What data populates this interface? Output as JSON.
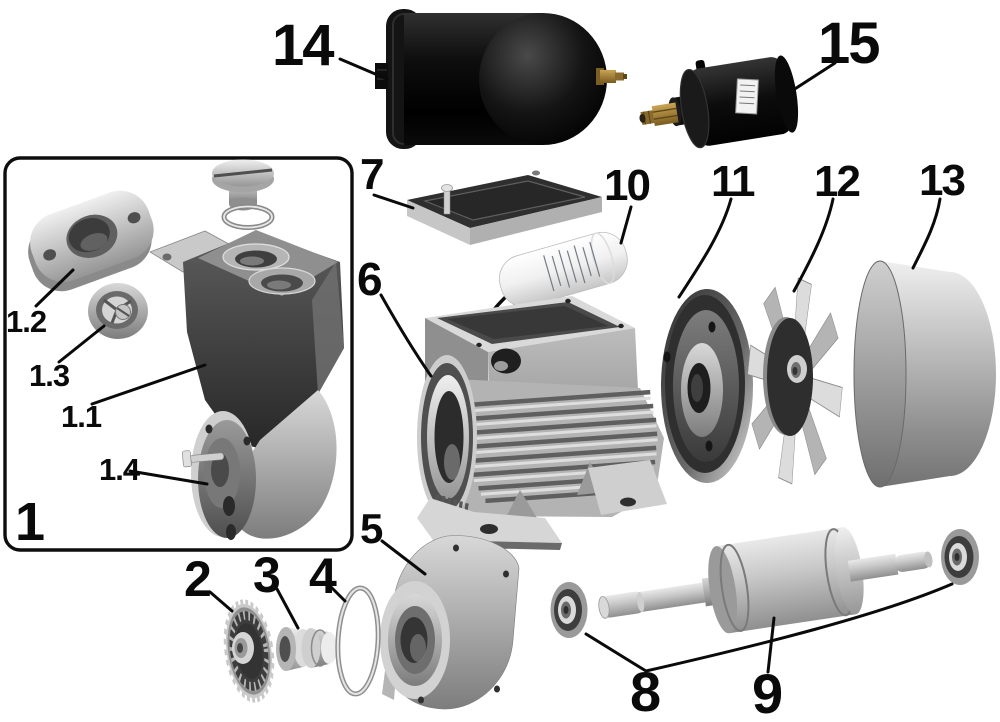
{
  "part_labels": {
    "p1": "1",
    "p1_1": "1.1",
    "p1_2": "1.2",
    "p1_3": "1.3",
    "p1_4": "1.4",
    "p2": "2",
    "p3": "3",
    "p4": "4",
    "p5": "5",
    "p6": "6",
    "p7": "7",
    "p8": "8",
    "p9": "9",
    "p10": "10",
    "p11": "11",
    "p12": "12",
    "p13": "13",
    "p14": "14",
    "p15": "15"
  },
  "colors": {
    "background": "#ffffff",
    "line": "#0a0a0a",
    "brass": "#9c7a33",
    "tank_black": "#0a0a0a",
    "capacitor_white": "#f4f4f4"
  }
}
